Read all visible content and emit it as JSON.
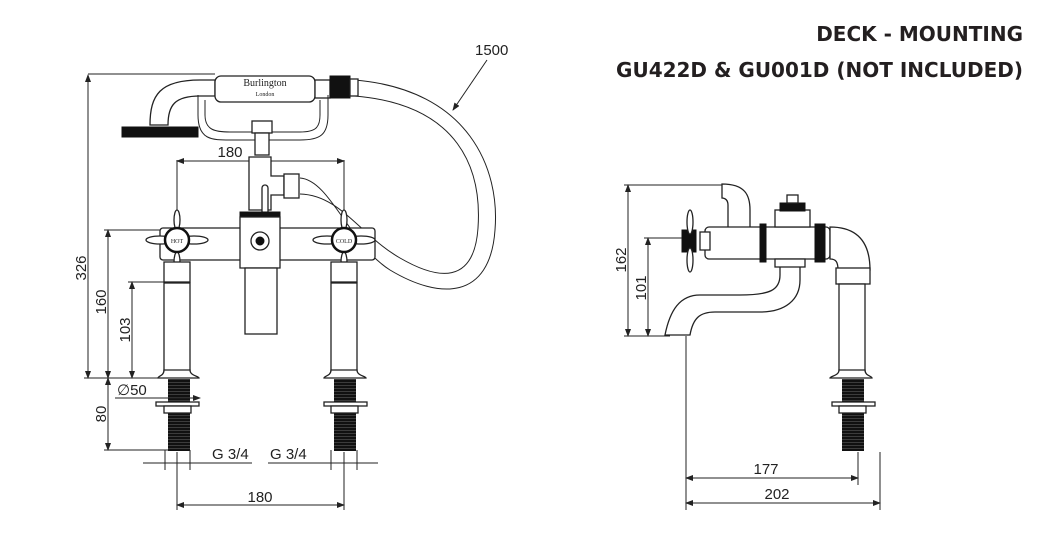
{
  "header": {
    "title_line1": "DECK - MOUNTING",
    "title_line2": "GU422D & GU001D (NOT INCLUDED)"
  },
  "front_view": {
    "hose_length": "1500",
    "height_total": "326",
    "height_body": "160",
    "height_leg": "103",
    "height_thread": "80",
    "leg_diameter": "∅50",
    "centres_top": "180",
    "centres_bottom": "180",
    "thread_left": "G 3/4",
    "thread_right": "G 3/4",
    "handset_brand": "Burlington",
    "handset_city": "London",
    "valve_hot": "HOT",
    "valve_cold": "COLD"
  },
  "side_view": {
    "height_total": "162",
    "height_spout": "101",
    "depth_inner": "177",
    "depth_outer": "202"
  }
}
